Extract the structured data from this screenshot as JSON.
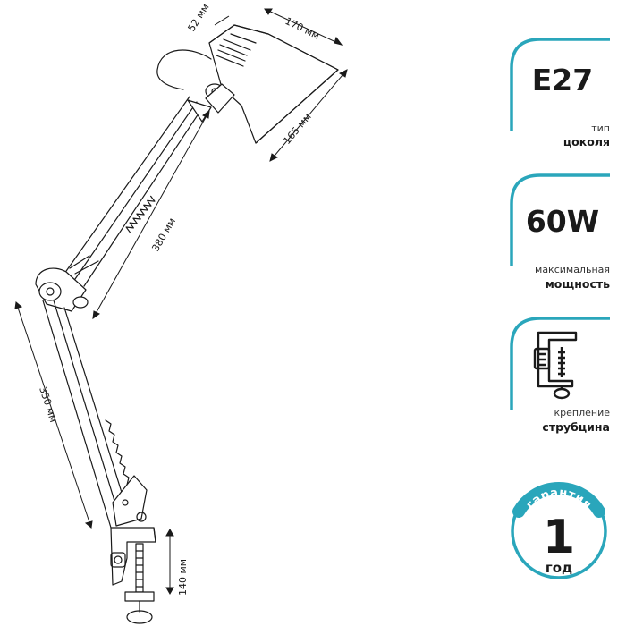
{
  "dimensions": {
    "shade_depth": "52 мм",
    "shade_width": "170 мм",
    "shade_height": "165 мм",
    "upper_arm": "380 мм",
    "lower_arm": "350 мм",
    "clamp": "140 мм"
  },
  "features": [
    {
      "value": "E27",
      "caption_light": "тип",
      "caption_bold": "цоколя",
      "icon": ""
    },
    {
      "value": "60W",
      "caption_light": "максимальная",
      "caption_bold": "мощность",
      "icon": ""
    },
    {
      "value": "",
      "caption_light": "крепление",
      "caption_bold": "струбцина",
      "icon": "clamp-icon"
    }
  ],
  "warranty": {
    "arc_text": "гарантия",
    "number": "1",
    "unit": "год"
  },
  "colors": {
    "accent": "#2aa6bb",
    "line": "#1a1a1a"
  }
}
